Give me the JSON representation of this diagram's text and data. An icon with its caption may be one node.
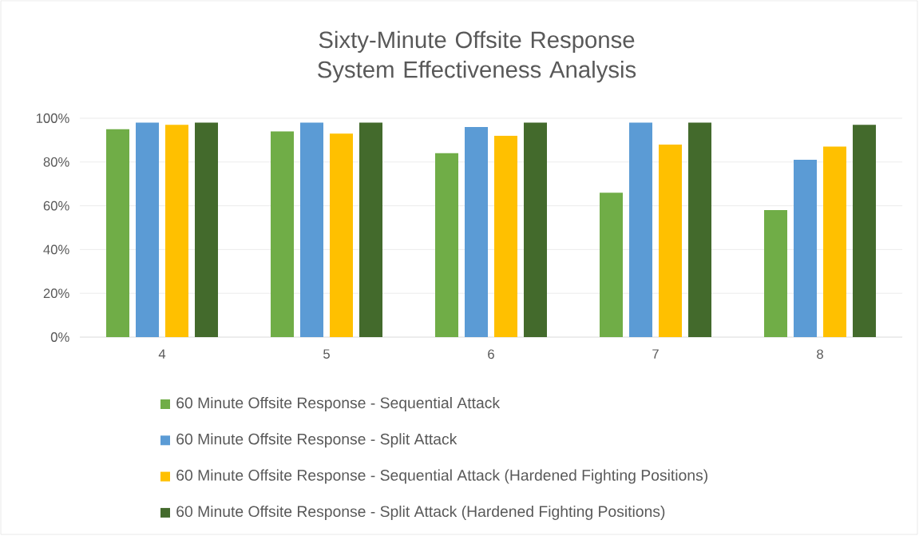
{
  "diagram": {
    "chart_data": {
      "type": "bar",
      "title": "Sixty-Minute Offsite Response System Effectiveness Analysis",
      "categories": [
        "4",
        "5",
        "6",
        "7",
        "8"
      ],
      "series": [
        {
          "name": "60 Minute Offsite Response - Sequential Attack",
          "color": "#70ad47",
          "values": [
            95,
            94,
            84,
            66,
            58
          ]
        },
        {
          "name": "60 Minute Offsite Response - Split Attack",
          "color": "#5b9bd5",
          "values": [
            98,
            98,
            96,
            98,
            81
          ]
        },
        {
          "name": "60 Minute Offsite Response - Sequential Attack (Hardened Fighting Positions)",
          "color": "#ffc000",
          "values": [
            97,
            93,
            92,
            88,
            87
          ]
        },
        {
          "name": "60 Minute Offsite Response - Split Attack (Hardened Fighting Positions)",
          "color": "#436a2c",
          "values": [
            98,
            98,
            98,
            98,
            97
          ]
        }
      ],
      "ylim": [
        0,
        100
      ],
      "grid": "y",
      "legend": "bottom",
      "yticks": [
        {
          "value": 0,
          "label": "0%"
        },
        {
          "value": 20,
          "label": "20%"
        },
        {
          "value": 40,
          "label": "40%"
        },
        {
          "value": 60,
          "label": "60%"
        },
        {
          "value": 80,
          "label": "80%"
        },
        {
          "value": 100,
          "label": "100%"
        }
      ]
    }
  }
}
